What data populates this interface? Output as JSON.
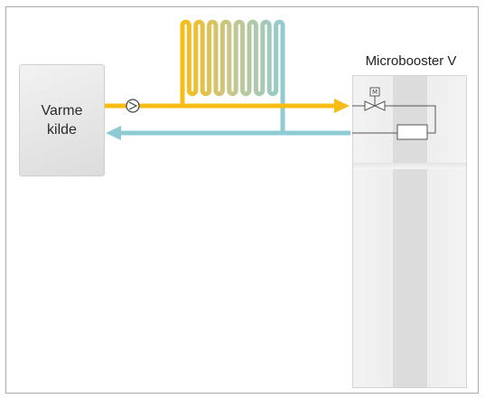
{
  "heat_source": {
    "label": "Varme\nkilde"
  },
  "booster": {
    "title": "Microbooster V",
    "valve_motor_label": "M"
  },
  "colors": {
    "supply_pipe": "#f8bd14",
    "return_pipe": "#8ecbd4",
    "frame_border": "#a9a9a9",
    "cabinet": "#ececec",
    "cabinet_column": "#dcdcdc",
    "schematic_line": "#555555"
  },
  "icons": {
    "pump": "circulation-pump-icon",
    "valve": "motorized-valve-icon",
    "heat_exchanger": "heat-exchanger-icon",
    "coil": "heating-coil-icon"
  }
}
